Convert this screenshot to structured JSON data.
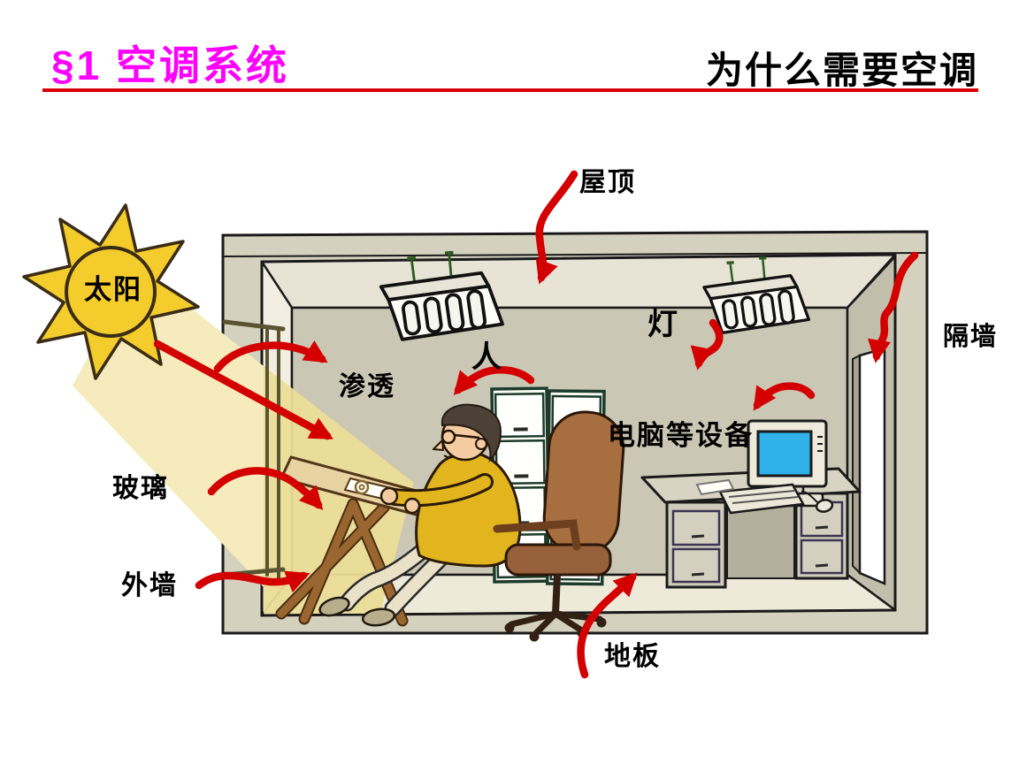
{
  "slide": {
    "section_title": "§1 空调系统",
    "page_title": "为什么需要空调"
  },
  "diagram": {
    "labels": {
      "sun": "太阳",
      "roof": "屋顶",
      "lamp": "灯",
      "partition_wall": "隔墙",
      "person": "人",
      "infiltration": "渗透",
      "equipment": "电脑等设备",
      "glass": "玻璃",
      "exterior_wall": "外墙",
      "floor": "地板"
    },
    "colors": {
      "title_magenta": "#FF00FF",
      "rule_red": "#DD0000",
      "arrow_red": "#D40000",
      "sun_yellow": "#F4CC2C",
      "sunbeam_yellow": "#F5EBBC",
      "wall_frame_tan": "#D5D1BF",
      "back_wall_gray": "#CAC7B5",
      "floor_cream": "#EDEADA",
      "monitor_screen_blue": "#2FB2EA",
      "sweater_yellow": "#E2B51E",
      "chair_brown": "#A76F3F"
    }
  }
}
